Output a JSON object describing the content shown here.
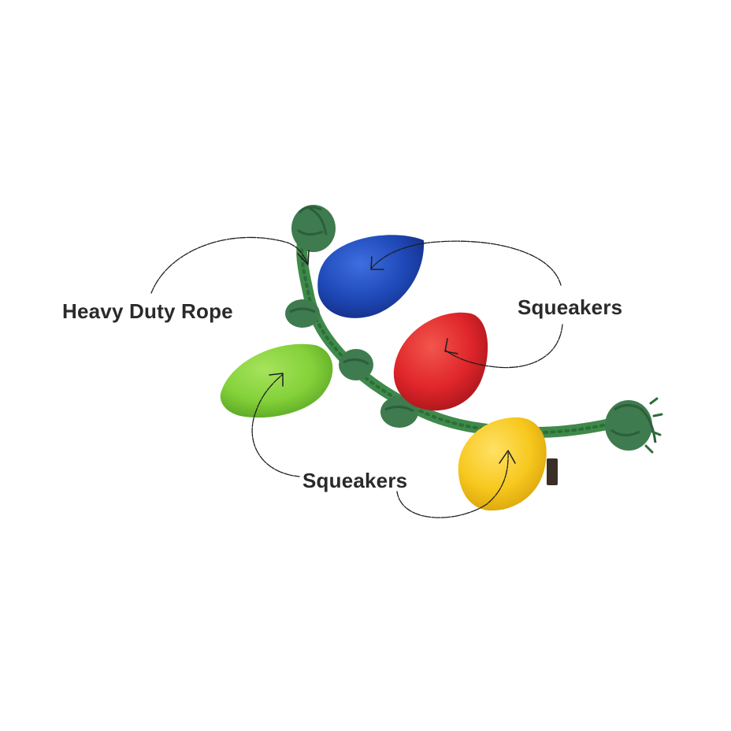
{
  "labels": {
    "rope": "Heavy Duty Rope",
    "squeakers_right": "Squeakers",
    "squeakers_bottom": "Squeakers"
  },
  "colors": {
    "background": "#ffffff",
    "rope": "#3f8a4a",
    "rope_dark": "#2c6d38",
    "knot": "#3e7b4e",
    "bulb_blue": "#1f49b8",
    "bulb_red": "#e0262b",
    "bulb_green": "#84d13a",
    "bulb_yellow": "#f7c81e",
    "text": "#2a2a2a"
  }
}
